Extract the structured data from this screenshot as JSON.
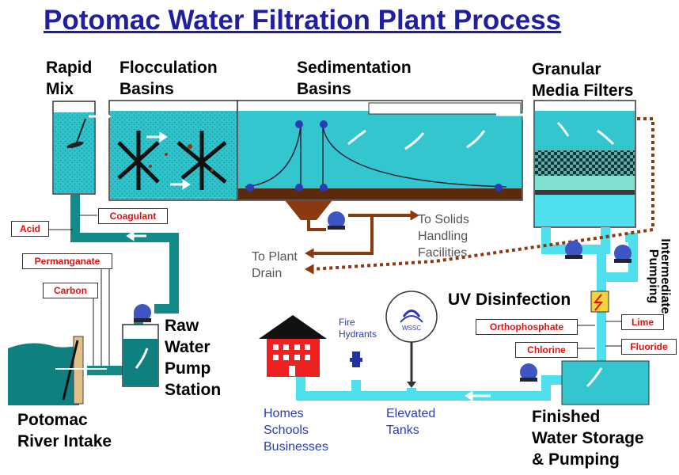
{
  "title": "Potomac Water Filtration Plant Process",
  "stages": {
    "rapid_mix": [
      "Rapid",
      "Mix"
    ],
    "flocculation": [
      "Flocculation",
      "Basins"
    ],
    "sedimentation": [
      "Sedimentation",
      "Basins"
    ],
    "filters": [
      "Granular",
      "Media Filters"
    ],
    "raw_pump": [
      "Raw",
      "Water",
      "Pump",
      "Station"
    ],
    "intake": [
      "Potomac",
      "River Intake"
    ],
    "uv": "UV Disinfection",
    "intermediate": "Intermediate Pumping",
    "finished": [
      "Finished",
      "Water Storage",
      "& Pumping"
    ]
  },
  "chemicals": {
    "acid": "Acid",
    "coagulant": "Coagulant",
    "permanganate": "Permanganate",
    "carbon": "Carbon",
    "orthophosphate": "Orthophosphate",
    "lime": "Lime",
    "chlorine": "Chlorine",
    "fluoride": "Fluoride"
  },
  "destinations": {
    "solids": [
      "To Solids",
      "Handling",
      "Facilities"
    ],
    "drain": [
      "To Plant",
      "Drain"
    ],
    "consumers": [
      "Homes",
      "Schools",
      "Businesses"
    ],
    "tanks": [
      "Elevated",
      "Tanks"
    ],
    "hydrants": [
      "Fire",
      "Hydrants"
    ]
  },
  "logo": {
    "text": "WSSC"
  },
  "colors": {
    "water": "#33c6cf",
    "deep_water": "#0f8080",
    "pipe_teal": "#138a8a",
    "pipe_light": "#4fe0ee",
    "sludge": "#8b3a10",
    "pump": "#3d56c4",
    "title": "#1f1fa0",
    "chem_text": "#e01010"
  }
}
